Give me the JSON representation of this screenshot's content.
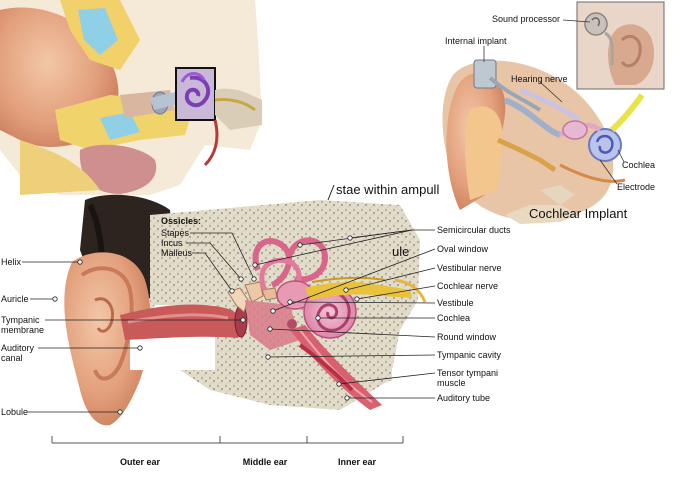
{
  "top_left_panel": {},
  "implant_panel": {
    "labels": {
      "sound_processor": "Sound processor",
      "internal_implant": "Internal implant",
      "hearing_nerve": "Hearing nerve",
      "cochlea": "Cochlea",
      "electrode": "Electrode"
    },
    "caption": "Cochlear Implant"
  },
  "fragment_text": {
    "ampullae": "stae within ampull",
    "ule": "ule"
  },
  "ear_diagram": {
    "ossicles_heading": "Ossicles:",
    "ossicles": {
      "stapes": "Stapes",
      "incus": "Incus",
      "malleus": "Malleus"
    },
    "left_labels": {
      "helix": "Helix",
      "auricle": "Auricle",
      "tympanic_membrane": "Tympanic membrane",
      "auditory_canal": "Auditory canal",
      "lobule": "Lobule"
    },
    "right_labels": {
      "semicircular_ducts": "Semicircular ducts",
      "oval_window": "Oval window",
      "vestibular_nerve": "Vestibular nerve",
      "cochlear_nerve": "Cochlear nerve",
      "vestibule": "Vestibule",
      "cochlea": "Cochlea",
      "round_window": "Round window",
      "tympanic_cavity": "Tympanic cavity",
      "tensor_tympani_muscle": "Tensor tympani muscle",
      "auditory_tube": "Auditory tube"
    },
    "sections": {
      "outer": "Outer ear",
      "middle": "Middle ear",
      "inner": "Inner ear"
    }
  }
}
